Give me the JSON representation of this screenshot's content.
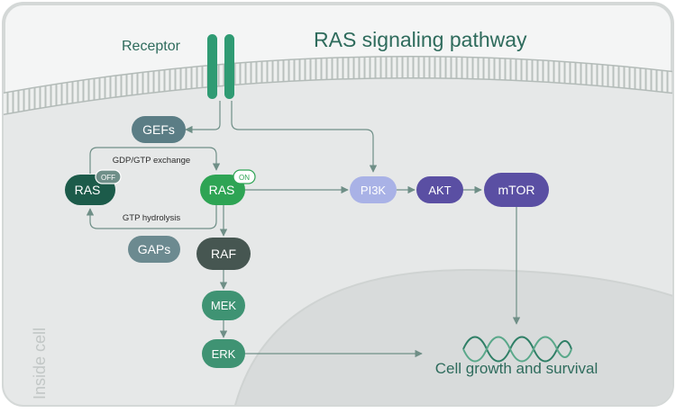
{
  "title": "RAS signaling pathway",
  "receptor_label": "Receptor",
  "inside_cell_label": "Inside cell",
  "nodes": {
    "gefs": "GEFs",
    "gaps": "GAPs",
    "ras_off": "RAS",
    "ras_on": "RAS",
    "raf": "RAF",
    "mek": "MEK",
    "erk": "ERK",
    "pi3k": "PI3K",
    "akt": "AKT",
    "mtor": "mTOR"
  },
  "badges": {
    "off": "OFF",
    "on": "ON"
  },
  "edge_labels": {
    "exchange": "GDP/GTP exchange",
    "hydrolysis": "GTP hydrolysis"
  },
  "outcome_label": "Cell growth and survival",
  "colors": {
    "membrane": "#c9cfcd",
    "cytoplasm": "#e8eaea",
    "nucleus": "#d9dcdc",
    "receptor": "#2f9b73",
    "title": "#2e6b5c",
    "gefs": "#5b7d85",
    "gaps": "#6c8a90",
    "ras_off": "#1c5b4a",
    "ras_on": "#2ea454",
    "raf": "#465651",
    "mek_erk": "#3f9373",
    "pi3k": "#a9b2e6",
    "akt": "#5a4fa3",
    "mtor": "#5a4fa3",
    "arrow": "#6f8f87",
    "dna": "#2f7f66"
  }
}
